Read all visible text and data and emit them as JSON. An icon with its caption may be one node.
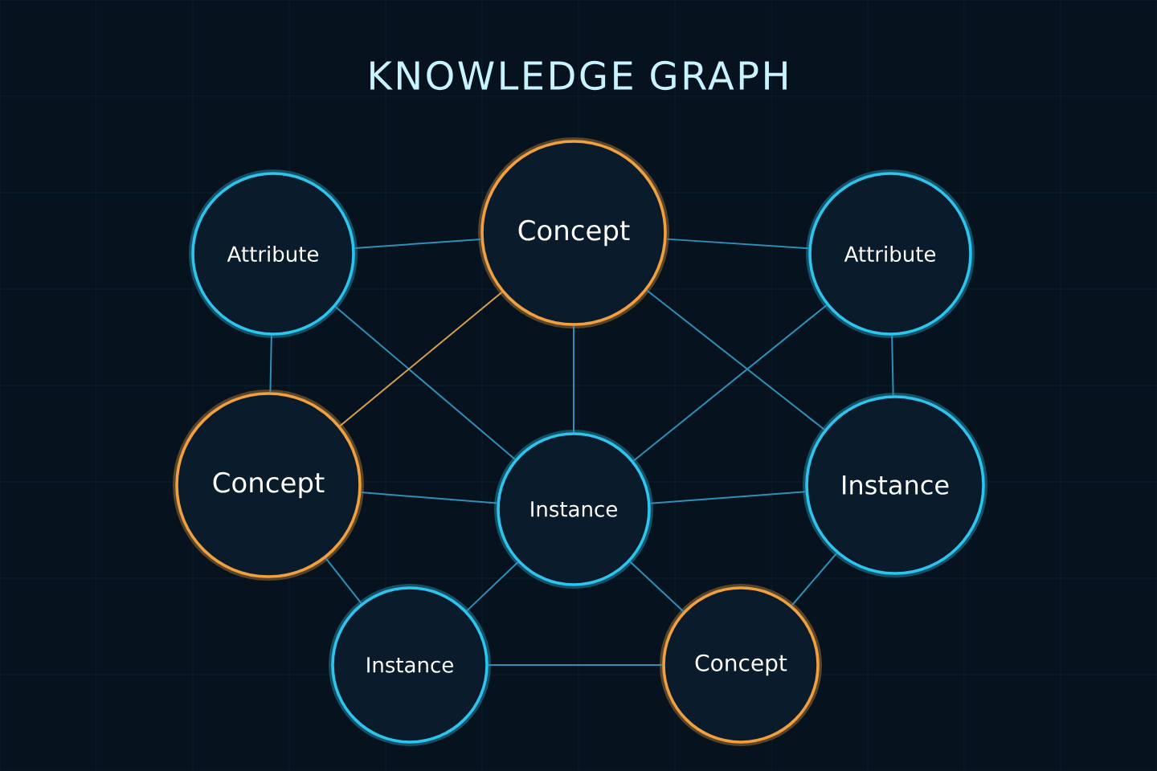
{
  "diagram": {
    "title": "KNOWLEDGE GRAPH",
    "nodes": [
      {
        "text": [
          "Attribute"
        ]
      },
      {
        "text": [
          "Concept"
        ]
      },
      {
        "text": [
          "Attribute"
        ]
      },
      {
        "text": [
          "Concept"
        ]
      },
      {
        "text": [
          "Instance"
        ]
      },
      {
        "text": [
          "Instance"
        ]
      },
      {
        "text": [
          "Instance"
        ]
      },
      {
        "text": [
          "Concept"
        ]
      }
    ],
    "edges": [
      {
        "from": 0,
        "to": 1,
        "arrow": "none"
      },
      {
        "from": 1,
        "to": 2,
        "arrow": "none"
      },
      {
        "from": 0,
        "to": 3,
        "arrow": "none"
      },
      {
        "from": 0,
        "to": 4,
        "arrow": "none"
      },
      {
        "from": 1,
        "to": 3,
        "arrow": "none",
        "color": "#d9a04a"
      },
      {
        "from": 1,
        "to": 4,
        "arrow": "none"
      },
      {
        "from": 1,
        "to": 5,
        "arrow": "none"
      },
      {
        "from": 2,
        "to": 4,
        "arrow": "none"
      },
      {
        "from": 2,
        "to": 5,
        "arrow": "none"
      },
      {
        "from": 3,
        "to": 4,
        "arrow": "none"
      },
      {
        "from": 4,
        "to": 5,
        "arrow": "none"
      },
      {
        "from": 3,
        "to": 6,
        "arrow": "none"
      },
      {
        "from": 4,
        "to": 6,
        "arrow": "none"
      },
      {
        "from": 4,
        "to": 7,
        "arrow": "none"
      },
      {
        "from": 5,
        "to": 7,
        "arrow": "none"
      },
      {
        "from": 6,
        "to": 7,
        "arrow": "none"
      }
    ]
  }
}
